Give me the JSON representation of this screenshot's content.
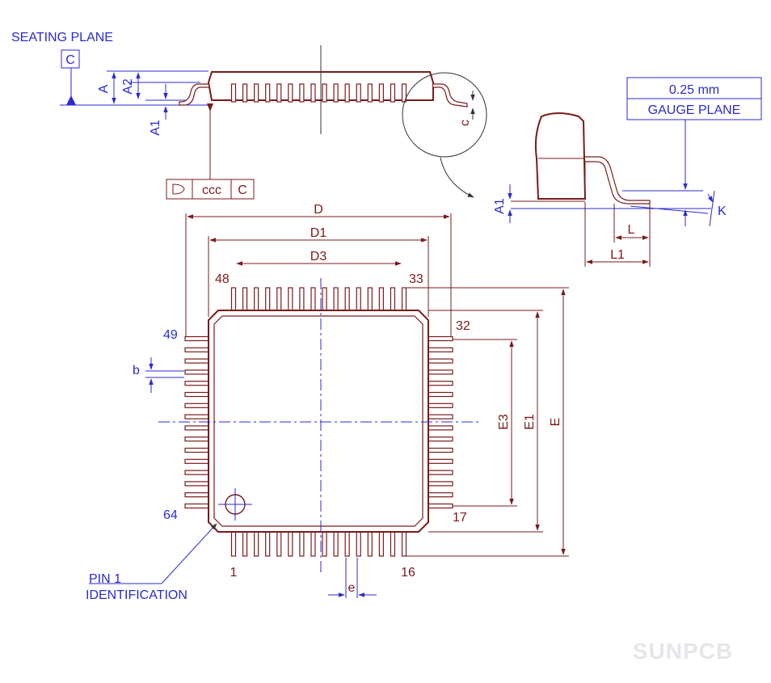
{
  "labels": {
    "seating_plane": "SEATING PLANE",
    "datum_c": "C",
    "A": "A",
    "A2": "A2",
    "A1": "A1",
    "c": "c",
    "fcf_symbol": "◠",
    "fcf_ccc": "ccc",
    "fcf_c": "C",
    "gauge_value": "0.25 mm",
    "gauge_plane": "GAUGE PLANE",
    "K": "K",
    "L": "L",
    "L1": "L1",
    "D": "D",
    "D1": "D1",
    "D3": "D3",
    "E": "E",
    "E1": "E1",
    "E3": "E3",
    "b": "b",
    "e": "e",
    "pin1": "PIN 1",
    "identification": "IDENTIFICATION",
    "watermark": "SUNPCB"
  },
  "pins": {
    "p1": "1",
    "p16": "16",
    "p17": "17",
    "p32": "32",
    "p33": "33",
    "p48": "48",
    "p49": "49",
    "p64": "64",
    "per_side": 16
  },
  "colors": {
    "outline": "#7a1a1a",
    "annotation": "#2a2ad4"
  }
}
